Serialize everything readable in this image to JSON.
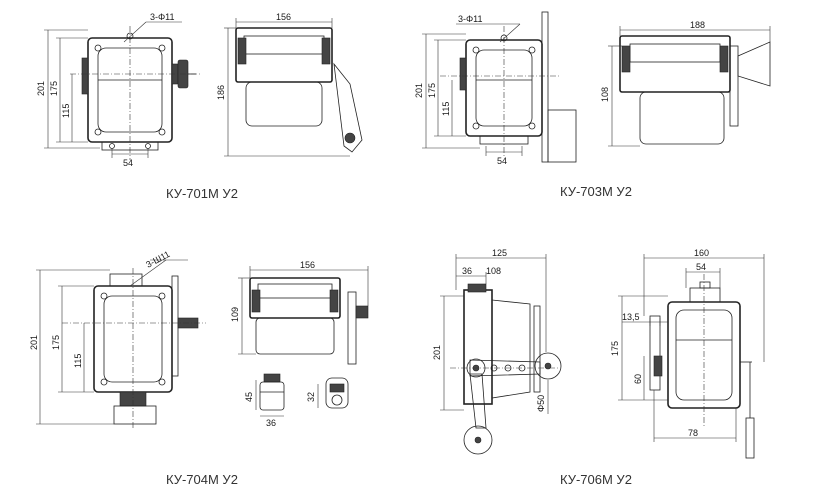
{
  "colors": {
    "line": "#222222",
    "text": "#1a1a1a",
    "caption": "#333333",
    "fill_dark": "#444444"
  },
  "models": {
    "ku701": {
      "caption": "КУ-701М У2",
      "hole": "3-Φ11",
      "d201": "201",
      "d175": "175",
      "d115": "115",
      "d54": "54",
      "d156": "156",
      "d186": "186"
    },
    "ku703": {
      "caption": "КУ-703М У2",
      "hole": "3-Φ11",
      "d201": "201",
      "d175": "175",
      "d115": "115",
      "d54": "54",
      "d188": "188",
      "d108": "108"
    },
    "ku704": {
      "caption": "КУ-704М У2",
      "hole": "3-Ш11",
      "d201": "201",
      "d175": "175",
      "d115": "115",
      "d156": "156",
      "d109": "109",
      "d45": "45",
      "d36": "36",
      "d32": "32"
    },
    "ku706": {
      "caption": "КУ-706М У2",
      "d125": "125",
      "d36": "36",
      "d108": "108",
      "d201": "201",
      "d50": "Φ50",
      "d160": "160",
      "d54": "54",
      "d13_5": "13,5",
      "d175": "175",
      "d60": "60",
      "d78": "78"
    }
  }
}
